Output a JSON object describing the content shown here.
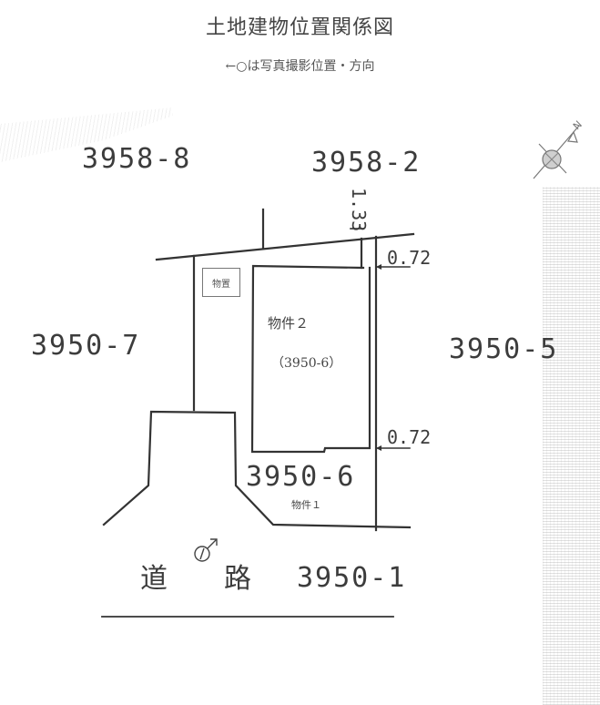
{
  "header": {
    "title": "土地建物位置関係図",
    "subtitle": "←○は写真撮影位置・方向"
  },
  "parcels": {
    "north_west": "3958-8",
    "north_east": "3958-2",
    "west": "3950-7",
    "east": "3950-5",
    "subject": "3950-6",
    "south": "3950-1"
  },
  "buildings": {
    "property2_label": "物件２",
    "property2_parcel": "（3950-6）",
    "property1_label": "物件１",
    "storage_label": "物置"
  },
  "dimensions": {
    "north_gap": "1.33",
    "east_gap_top": "0.72",
    "east_gap_bottom": "0.72"
  },
  "road": {
    "char1": "道",
    "char2": "路",
    "photo_marker": "camera-direction-marker"
  },
  "compass": {
    "label": "N",
    "icon": "north-arrow-icon"
  },
  "colors": {
    "line": "#333333",
    "text": "#3c3c3c"
  }
}
